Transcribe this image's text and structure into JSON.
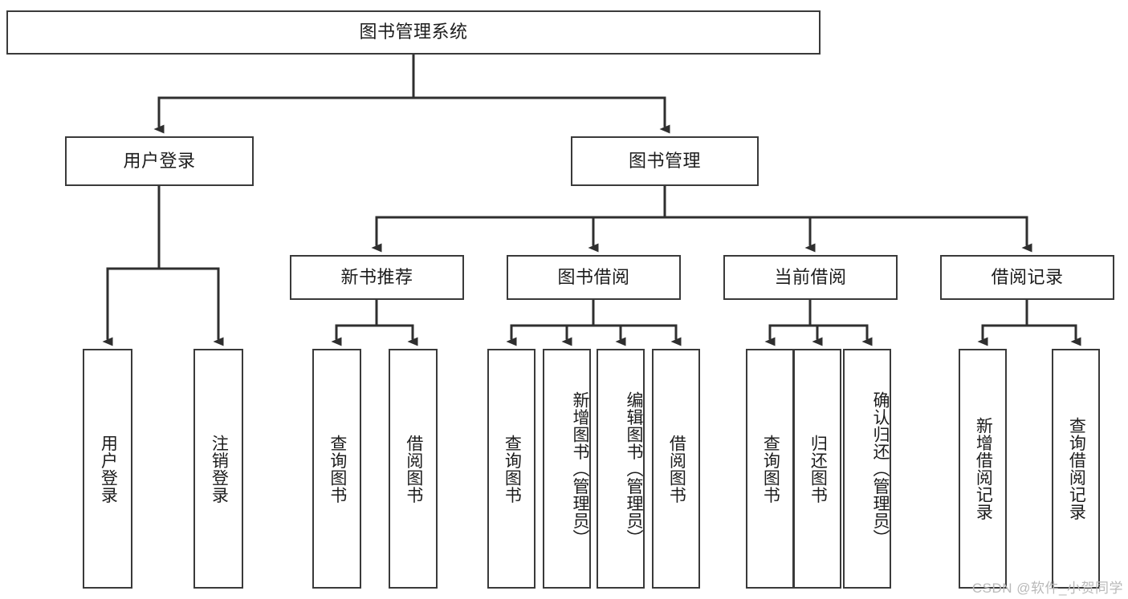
{
  "diagram": {
    "title": "图书管理系统",
    "type": "tree-hierarchy-diagram",
    "orientation": "top-down",
    "colors": {
      "box_border": "#3a3a3a",
      "box_fill": "#ffffff",
      "connector": "#2f2f2f",
      "text": "#1c1c1c",
      "watermark": "#b9b9b9",
      "background": "#ffffff"
    }
  },
  "root": {
    "label": "图书管理系统"
  },
  "level2": [
    {
      "id": "user-login",
      "label": "用户登录"
    },
    {
      "id": "book-management",
      "label": "图书管理"
    }
  ],
  "level3": [
    {
      "id": "new-book-recommend",
      "label": "新书推荐",
      "parent": "book-management"
    },
    {
      "id": "book-borrow",
      "label": "图书借阅",
      "parent": "book-management"
    },
    {
      "id": "current-borrow",
      "label": "当前借阅",
      "parent": "book-management"
    },
    {
      "id": "borrow-record",
      "label": "借阅记录",
      "parent": "book-management"
    }
  ],
  "leaves": {
    "user_login": [
      {
        "id": "leaf-user-login",
        "label": "用户登录"
      },
      {
        "id": "leaf-logout-login",
        "label": "注销登录"
      }
    ],
    "new_book_recommend": [
      {
        "id": "leaf-query-book-1",
        "label": "查询图书"
      },
      {
        "id": "leaf-borrow-book-1",
        "label": "借阅图书"
      }
    ],
    "book_borrow": [
      {
        "id": "leaf-query-book-2",
        "label": "查询图书"
      },
      {
        "id": "leaf-add-book",
        "label": "新增图书（管理员）"
      },
      {
        "id": "leaf-edit-book",
        "label": "编辑图书（管理员）"
      },
      {
        "id": "leaf-borrow-book-2",
        "label": "借阅图书"
      }
    ],
    "current_borrow": [
      {
        "id": "leaf-query-book-3",
        "label": "查询图书"
      },
      {
        "id": "leaf-return-book",
        "label": "归还图书"
      },
      {
        "id": "leaf-confirm-return",
        "label": "确认归还（管理员）"
      }
    ],
    "borrow_record": [
      {
        "id": "leaf-add-record",
        "label": "新增借阅记录"
      },
      {
        "id": "leaf-query-record",
        "label": "查询借阅记录"
      }
    ]
  },
  "watermark": {
    "text": "CSDN @软件_小贺同学"
  }
}
